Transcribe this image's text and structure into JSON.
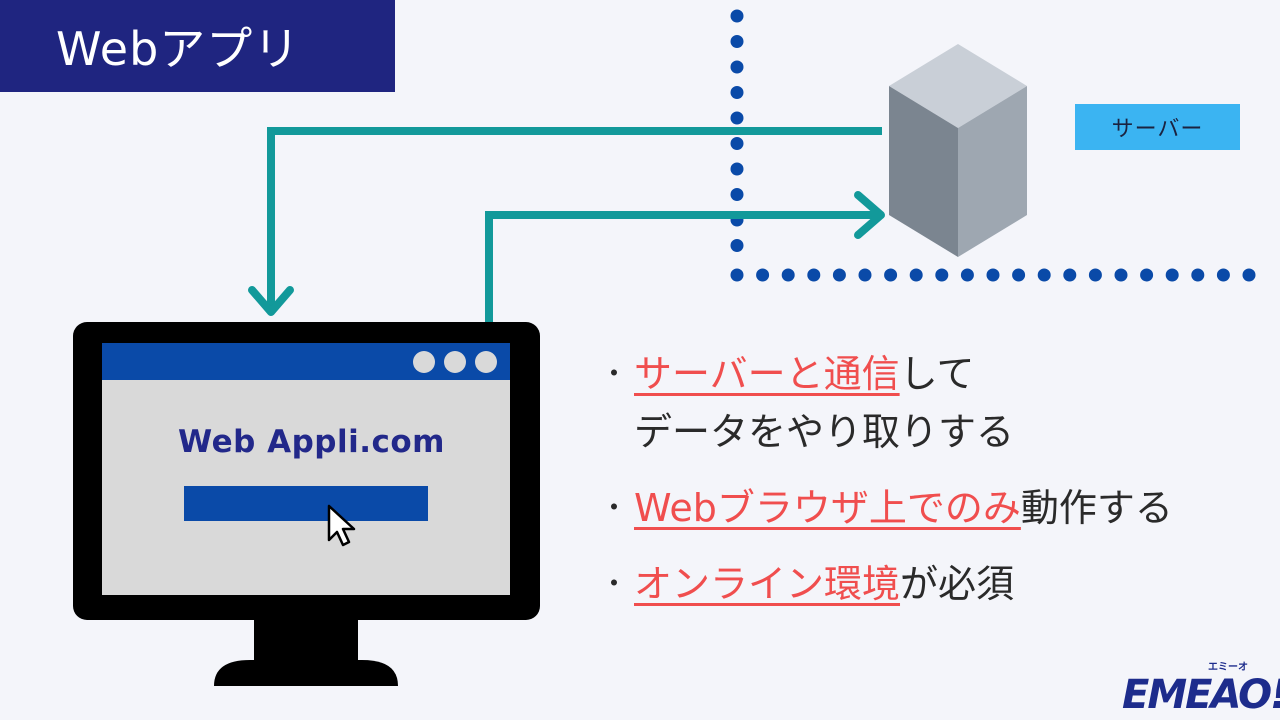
{
  "title": "Webアプリ",
  "server": {
    "label": "サーバー"
  },
  "browser": {
    "site_text": "Web Appli.com"
  },
  "bullets": [
    {
      "highlight": "サーバーと通信",
      "rest": "して",
      "line2": "データをやり取りする"
    },
    {
      "highlight": "Webブラウザ上でのみ",
      "rest": "動作する"
    },
    {
      "highlight": "オンライン環境",
      "rest": "が必須"
    }
  ],
  "brand": {
    "name": "EMEAO!",
    "reading": "エミーオ"
  },
  "colors": {
    "title_bg": "#1f2580",
    "arrow": "#12999a",
    "dots": "#0a4aa8",
    "highlight": "#f04e4e",
    "server_label_bg": "#3bb4f2",
    "browser_bar": "#0a4aa8"
  }
}
